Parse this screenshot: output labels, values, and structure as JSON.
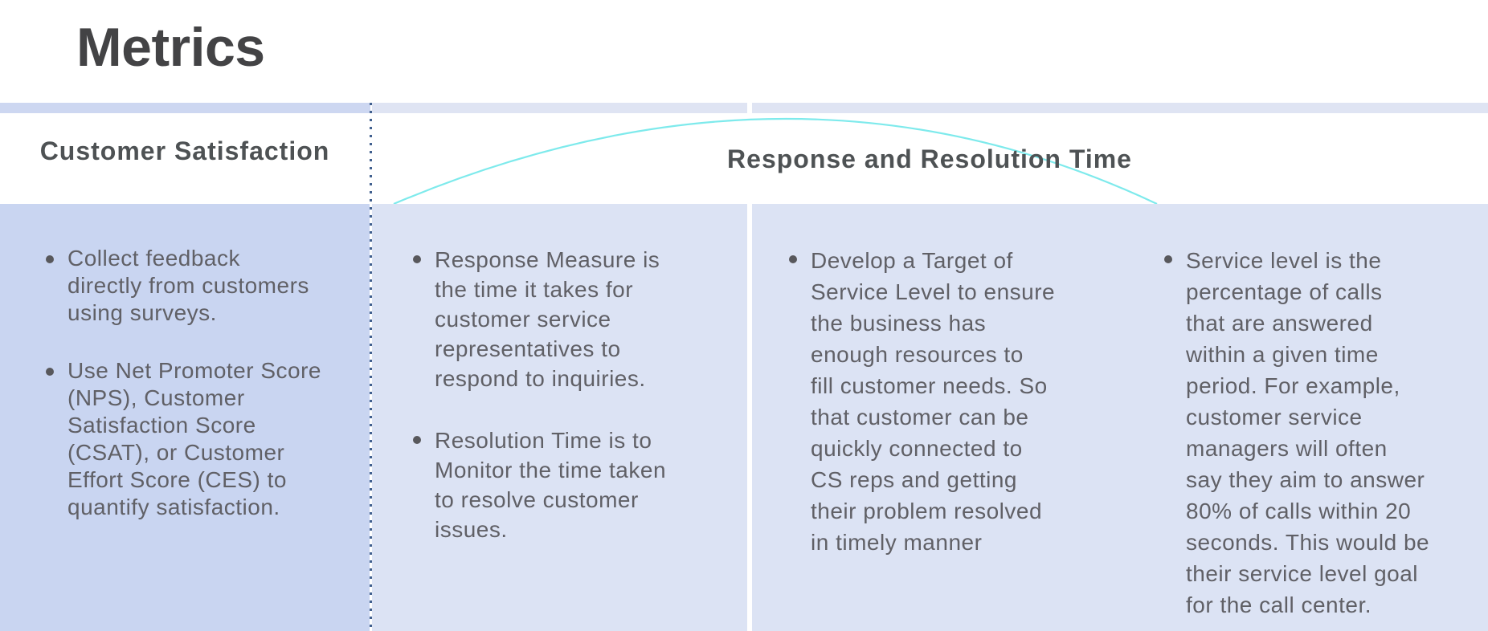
{
  "slide": {
    "title": "Metrics"
  },
  "table": {
    "col1": {
      "header": "Customer Satisfaction",
      "bullets": [
        "Collect feedback\ndirectly from customers\nusing surveys.",
        "Use Net Promoter Score\n(NPS), Customer\nSatisfaction Score\n(CSAT), or Customer\nEffort Score (CES) to\nquantify satisfaction."
      ]
    },
    "right_section": {
      "header": "Response and Resolution Time",
      "col2_bullets": [
        "Response Measure is\nthe time it takes for\ncustomer service\nrepresentatives to\nrespond to inquiries.",
        "Resolution Time is to\nMonitor the time taken\nto resolve customer\nissues."
      ],
      "col3_bullets": [
        "Develop a Target of\nService Level to ensure\nthe business has\nenough resources to\nfill customer needs. So\nthat customer can be\nquickly connected to\nCS reps and getting\ntheir problem resolved\nin timely manner"
      ],
      "col4_bullets": [
        "Service level is the\npercentage of calls\nthat are answered\nwithin a given time\nperiod. For example,\ncustomer service\nmanagers will often\nsay they aim to answer\n80% of calls within 20\nseconds. This would be\ntheir service level goal\nfor the call center."
      ]
    }
  },
  "colors": {
    "column1_bg": "#c9d5f1",
    "columns_right_bg": "#dce3f4",
    "band_left": "#cdd7f1",
    "band_right": "#dfe4f3",
    "arc_accent": "#7eeaec",
    "dotted_divider": "#41608f",
    "heading_text": "#4e5254",
    "body_text": "#606066",
    "title_text": "#434345"
  }
}
